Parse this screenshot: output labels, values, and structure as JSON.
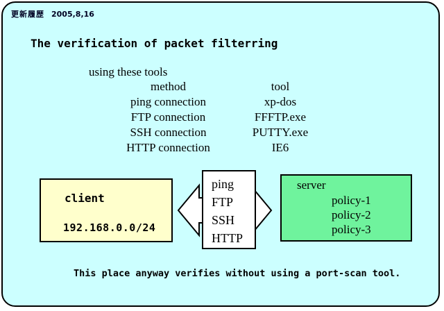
{
  "header": {
    "label": "更新履歴",
    "date": "2005,8,16"
  },
  "title": "The verification of packet filterring",
  "tools": {
    "intro": "using these tools",
    "col_method": "method",
    "col_tool": "tool",
    "rows": [
      {
        "method": "ping connection",
        "tool": "xp-dos"
      },
      {
        "method": "FTP connection",
        "tool": "FFFTP.exe"
      },
      {
        "method": "SSH connection",
        "tool": "PUTTY.exe"
      },
      {
        "method": "HTTP connection",
        "tool": "IE6"
      }
    ]
  },
  "diagram": {
    "client": {
      "label": "client",
      "network": "192.168.0.0/24"
    },
    "protocols": [
      "ping",
      "FTP",
      "SSH",
      "HTTP"
    ],
    "server": {
      "label": "server",
      "policies": [
        "policy-1",
        "policy-2",
        "policy-3"
      ]
    }
  },
  "footnote": "This place anyway verifies without using a port-scan tool.",
  "colors": {
    "slide_background": "#CCFFFF",
    "client_fill": "#FFFFCC",
    "server_fill": "#6FF39D",
    "arrow_fill": "#FFFFFF",
    "border": "#000000"
  }
}
